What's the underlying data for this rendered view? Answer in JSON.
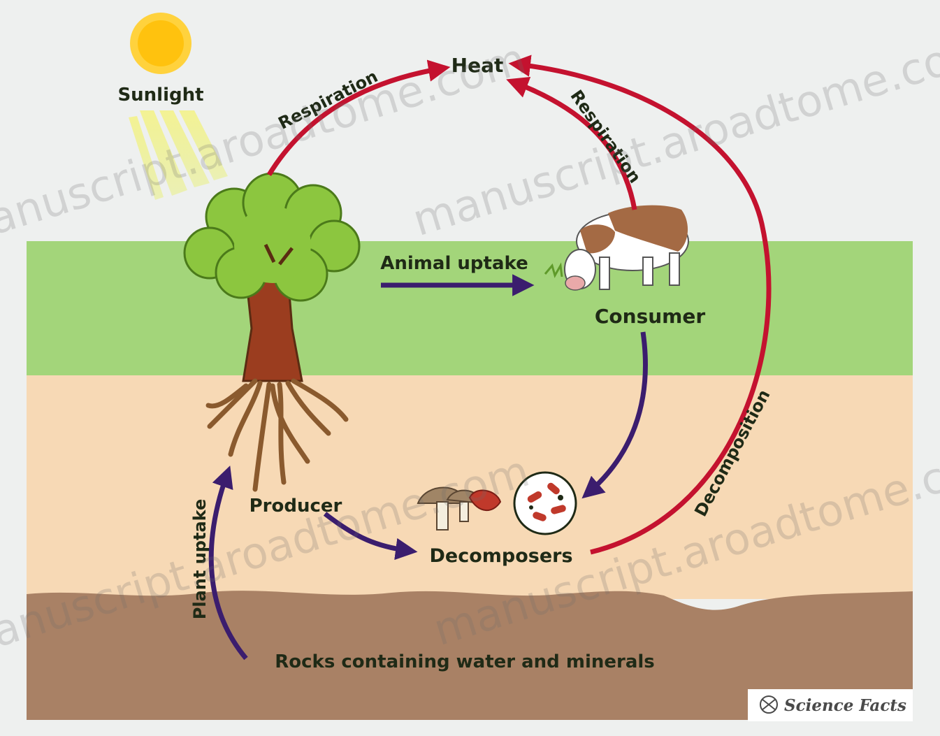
{
  "labels": {
    "sunlight": "Sunlight",
    "heat": "Heat",
    "respiration_left": "Respiration",
    "respiration_right": "Respiration",
    "animal_uptake": "Animal uptake",
    "consumer": "Consumer",
    "producer": "Producer",
    "decomposers": "Decomposers",
    "decomposition": "Decomposition",
    "plant_uptake": "Plant uptake",
    "rocks": "Rocks containing water and minerals"
  },
  "watermark": "manuscript.aroadtome.com",
  "credit": "Science Facts",
  "colors": {
    "sky": "#eef0ef",
    "grass": "#a3d57a",
    "soil": "#f7d9b5",
    "rock": "#a98165",
    "respiration_arrow": "#c4122f",
    "flow_arrow": "#3b1d6e",
    "sun": "#ffc20e",
    "foliage": "#8cc63f",
    "trunk": "#9b3d1f"
  },
  "icons": [
    "sun-icon",
    "tree-icon",
    "cow-icon",
    "mushroom-icon",
    "bacteria-icon",
    "science-facts-logo-icon"
  ]
}
